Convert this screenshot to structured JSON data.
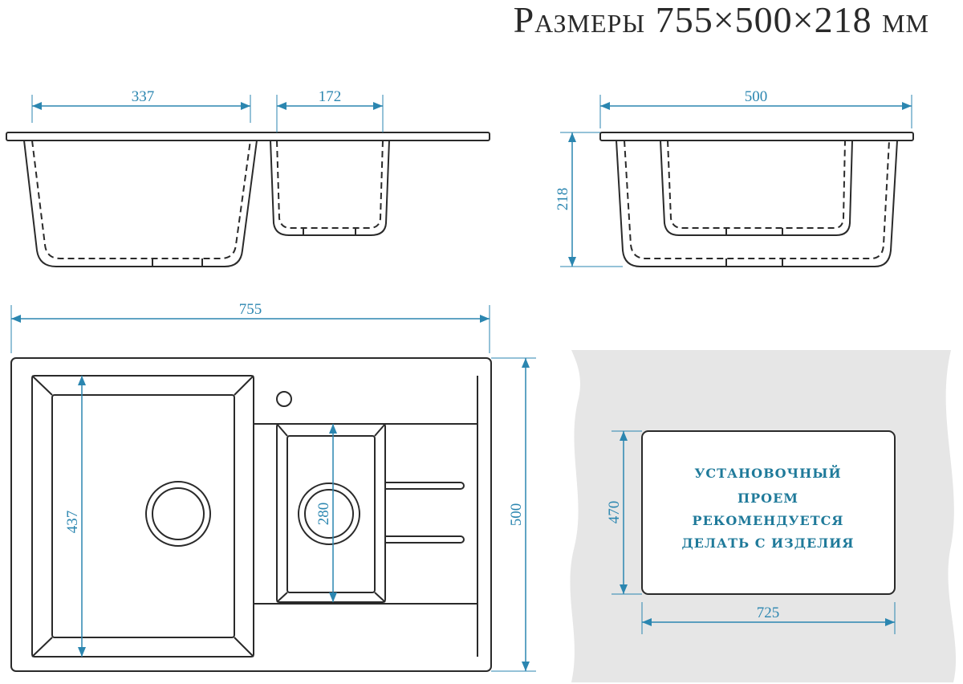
{
  "title": "Размеры 755×500×218 мм",
  "side_view_front": {
    "left_bowl_width": "337",
    "right_bowl_width": "172"
  },
  "side_view_profile": {
    "depth_width": "500",
    "height": "218"
  },
  "top_view": {
    "overall_width": "755",
    "overall_depth": "500",
    "left_bowl_length": "437",
    "right_bowl_length": "280"
  },
  "cutout": {
    "height": "470",
    "width": "725",
    "note_lines": [
      "Установочный",
      "проем",
      "рекомендуется",
      "делать с изделия"
    ]
  },
  "colors": {
    "dimension": "#2b86b0",
    "note": "#1f7a9a",
    "countertop": "#e6e6e6"
  }
}
